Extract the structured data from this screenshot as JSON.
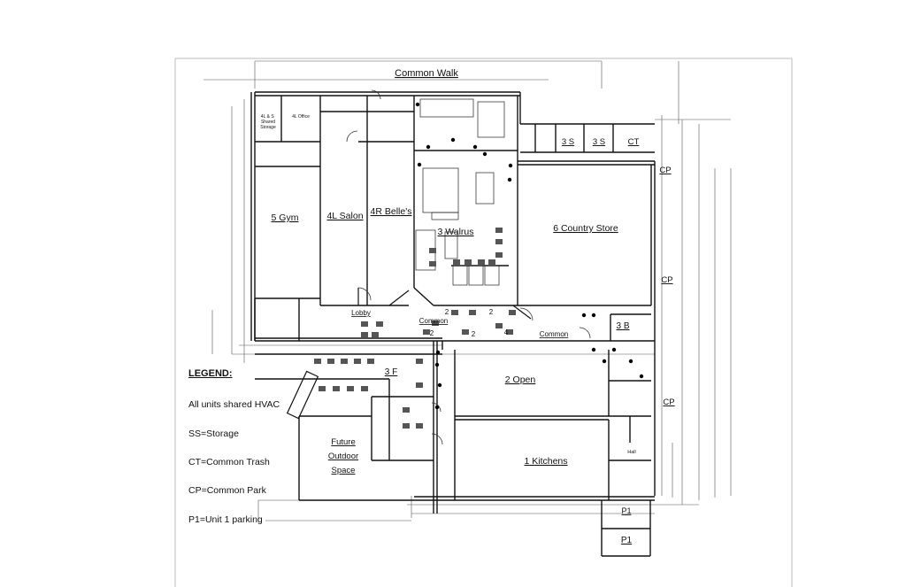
{
  "rooms": {
    "common_walk": "Common Walk",
    "office_storage": "4L & S\nShared\nStorage",
    "office": "4L Office",
    "gym": "5 Gym",
    "salon": "4L Salon",
    "belles": "4R Belle's",
    "walrus": "3 Walrus",
    "country_store": "6 Country Store",
    "lobby": "Lobby",
    "common_1": "Common",
    "common_2": "Common",
    "open": "2 Open",
    "kitchens": "1 Kitchens",
    "future_outdoor_1": "Future",
    "future_outdoor_2": "Outdoor",
    "future_outdoor_3": "Space",
    "unit_3b": "3 B",
    "unit_3f": "3 F",
    "hall": "Hall"
  },
  "tags": {
    "ss1": "3 S",
    "ss2": "3 S",
    "ct": "CT",
    "cp1": "CP",
    "cp2": "CP",
    "cp3": "CP",
    "p1_small": "P1",
    "p1": "P1",
    "num_2a": "2",
    "num_2b": "2",
    "num_2c": "2",
    "num_2d": "2",
    "num_4": "4"
  },
  "legend": {
    "title": "LEGEND:",
    "hvac": "All units shared HVAC",
    "storage": "SS=Storage",
    "trash": "CT=Common Trash",
    "park": "CP=Common Park",
    "parking": "P1=Unit 1 parking"
  }
}
